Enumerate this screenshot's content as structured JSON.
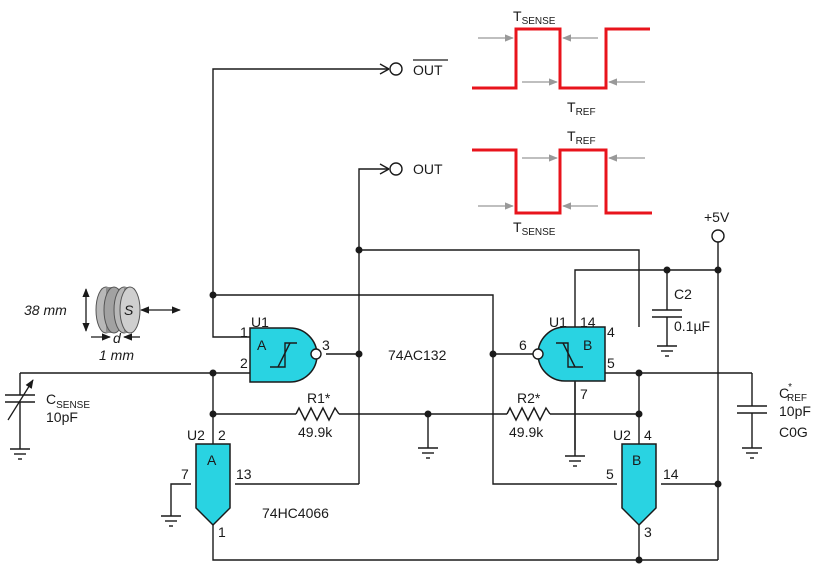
{
  "labels": {
    "out_bar": "OUT",
    "out": "OUT",
    "vcc": "+5V",
    "t_sense_top": {
      "main": "T",
      "sub": "SENSE"
    },
    "t_ref_top": {
      "main": "T",
      "sub": "REF"
    },
    "t_ref_bot": {
      "main": "T",
      "sub": "REF"
    },
    "t_sense_bot": {
      "main": "T",
      "sub": "SENSE"
    },
    "u1_left": "U1",
    "u1_right": "U1",
    "u2_left": "U2",
    "u2_right": "U2",
    "gate_a": "A",
    "gate_b": "B",
    "sw_a": "A",
    "sw_b": "B",
    "part_132": "74AC132",
    "part_4066": "74HC4066",
    "r1_name": "R1*",
    "r1_val": "49.9k",
    "r2_name": "R2*",
    "r2_val": "49.9k",
    "c2_name": "C2",
    "c2_val": "0.1µF",
    "csense": {
      "main": "C",
      "sub": "SENSE",
      "val": "10pF"
    },
    "cref": {
      "main": "C",
      "star": "*",
      "sub": "REF",
      "val": "10pF",
      "type": "C0G"
    },
    "dim_38": "38 mm",
    "dim_d": "d",
    "dim_1": "1 mm",
    "sensor_s": "S"
  },
  "pins": {
    "u1a_1": "1",
    "u1a_2": "2",
    "u1a_3": "3",
    "u1b_6": "6",
    "u1b_14": "14",
    "u1b_4": "4",
    "u1b_5": "5",
    "u1b_7": "7",
    "u2a_2": "2",
    "u2a_7": "7",
    "u2a_13": "13",
    "u2a_1": "1",
    "u2b_4": "4",
    "u2b_5": "5",
    "u2b_14": "14",
    "u2b_3": "3"
  },
  "colors": {
    "gate_fill": "#29d3e2",
    "waveform": "#e8141c",
    "wire": "#1a1a1a",
    "timing_arrow": "#999999"
  },
  "icons": [
    "schmitt-hysteresis-icon",
    "capacitive-sensor-icon",
    "ground-icon",
    "variable-capacitor-icon"
  ]
}
